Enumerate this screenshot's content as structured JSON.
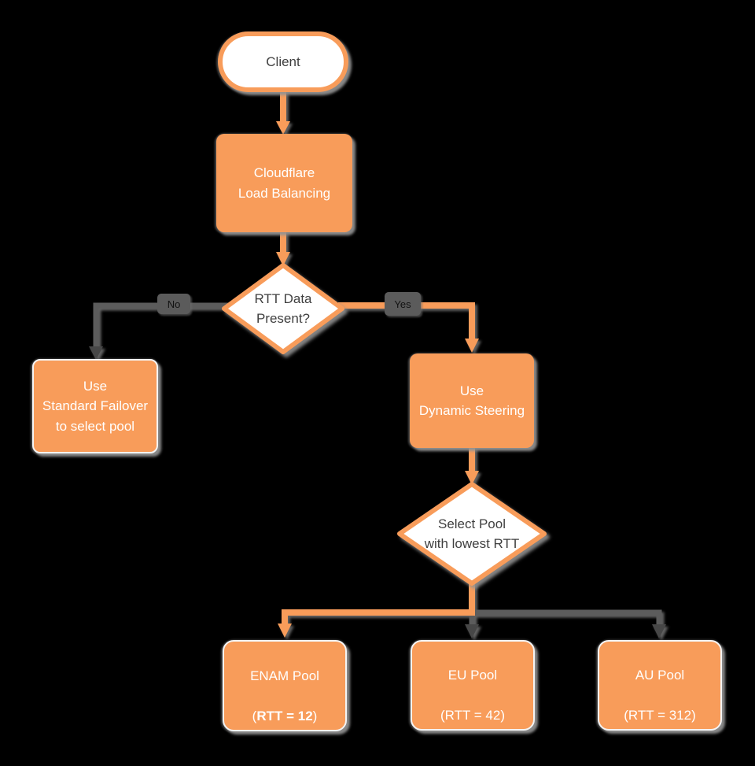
{
  "diagram": {
    "background_color": "#000000",
    "accent_orange": "#F89C5A",
    "connector_gray": "#5C5C5C",
    "nodes": {
      "client": {
        "label": "Client"
      },
      "load_balancer": {
        "label": "Cloudflare\nLoad Balancing"
      },
      "rtt_decision": {
        "label": "RTT Data\nPresent?"
      },
      "standard_failover": {
        "label": "Use\nStandard Failover\nto select pool"
      },
      "dynamic_steering": {
        "label": "Use\nDynamic Steering"
      },
      "pool_decision": {
        "label": "Select Pool\nwith lowest RTT"
      },
      "enam_pool": {
        "name": "ENAM Pool",
        "rtt_open": "(",
        "rtt_bold": "RTT = 12",
        "rtt_close": ")"
      },
      "eu_pool": {
        "name": "EU Pool",
        "rtt": "(RTT = 42)"
      },
      "au_pool": {
        "name": "AU Pool",
        "rtt": "(RTT = 312)"
      }
    },
    "edge_labels": {
      "no": "No",
      "yes": "Yes"
    }
  }
}
